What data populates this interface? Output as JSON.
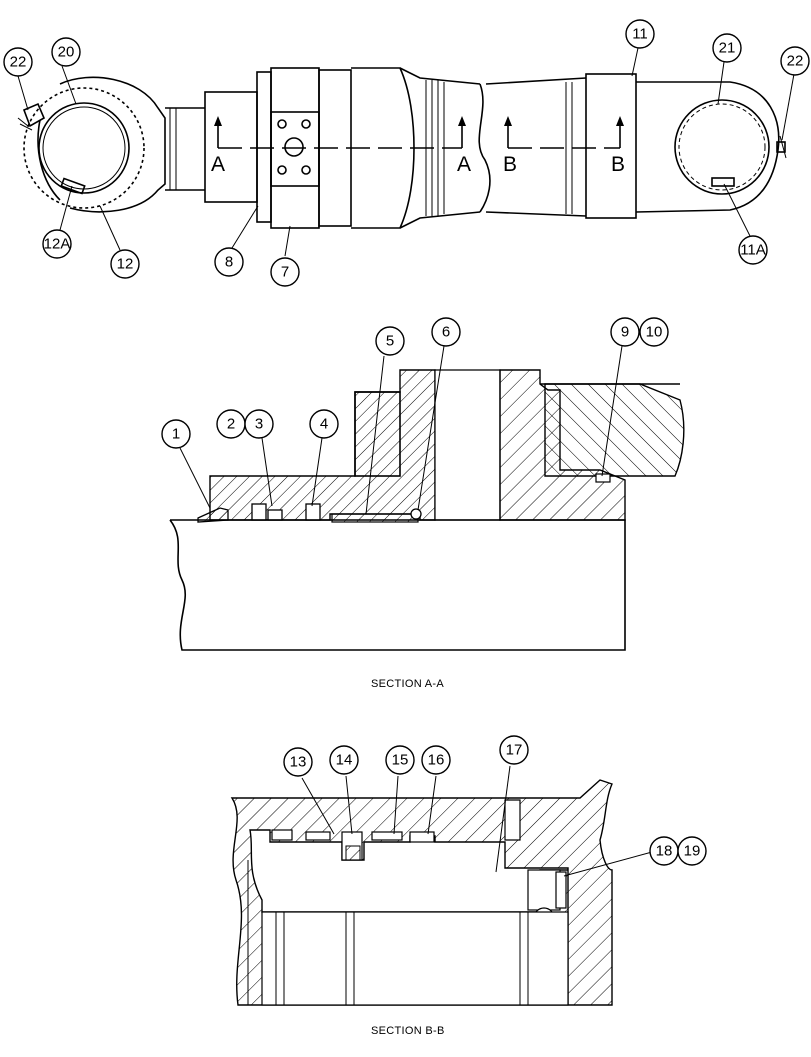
{
  "callouts": {
    "c1": "1",
    "c2": "2",
    "c3": "3",
    "c4": "4",
    "c5": "5",
    "c6": "6",
    "c7": "7",
    "c8": "8",
    "c9": "9",
    "c10": "10",
    "c11": "11",
    "c11a": "11A",
    "c12": "12",
    "c12a": "12A",
    "c13": "13",
    "c14": "14",
    "c15": "15",
    "c16": "16",
    "c17": "17",
    "c18": "18",
    "c19": "19",
    "c20": "20",
    "c21": "21",
    "c22a": "22",
    "c22b": "22"
  },
  "section_markers": {
    "a_left": "A",
    "a_right": "A",
    "b_left": "B",
    "b_right": "B"
  },
  "captions": {
    "section_aa": "SECTION A-A",
    "section_bb": "SECTION B-B"
  }
}
